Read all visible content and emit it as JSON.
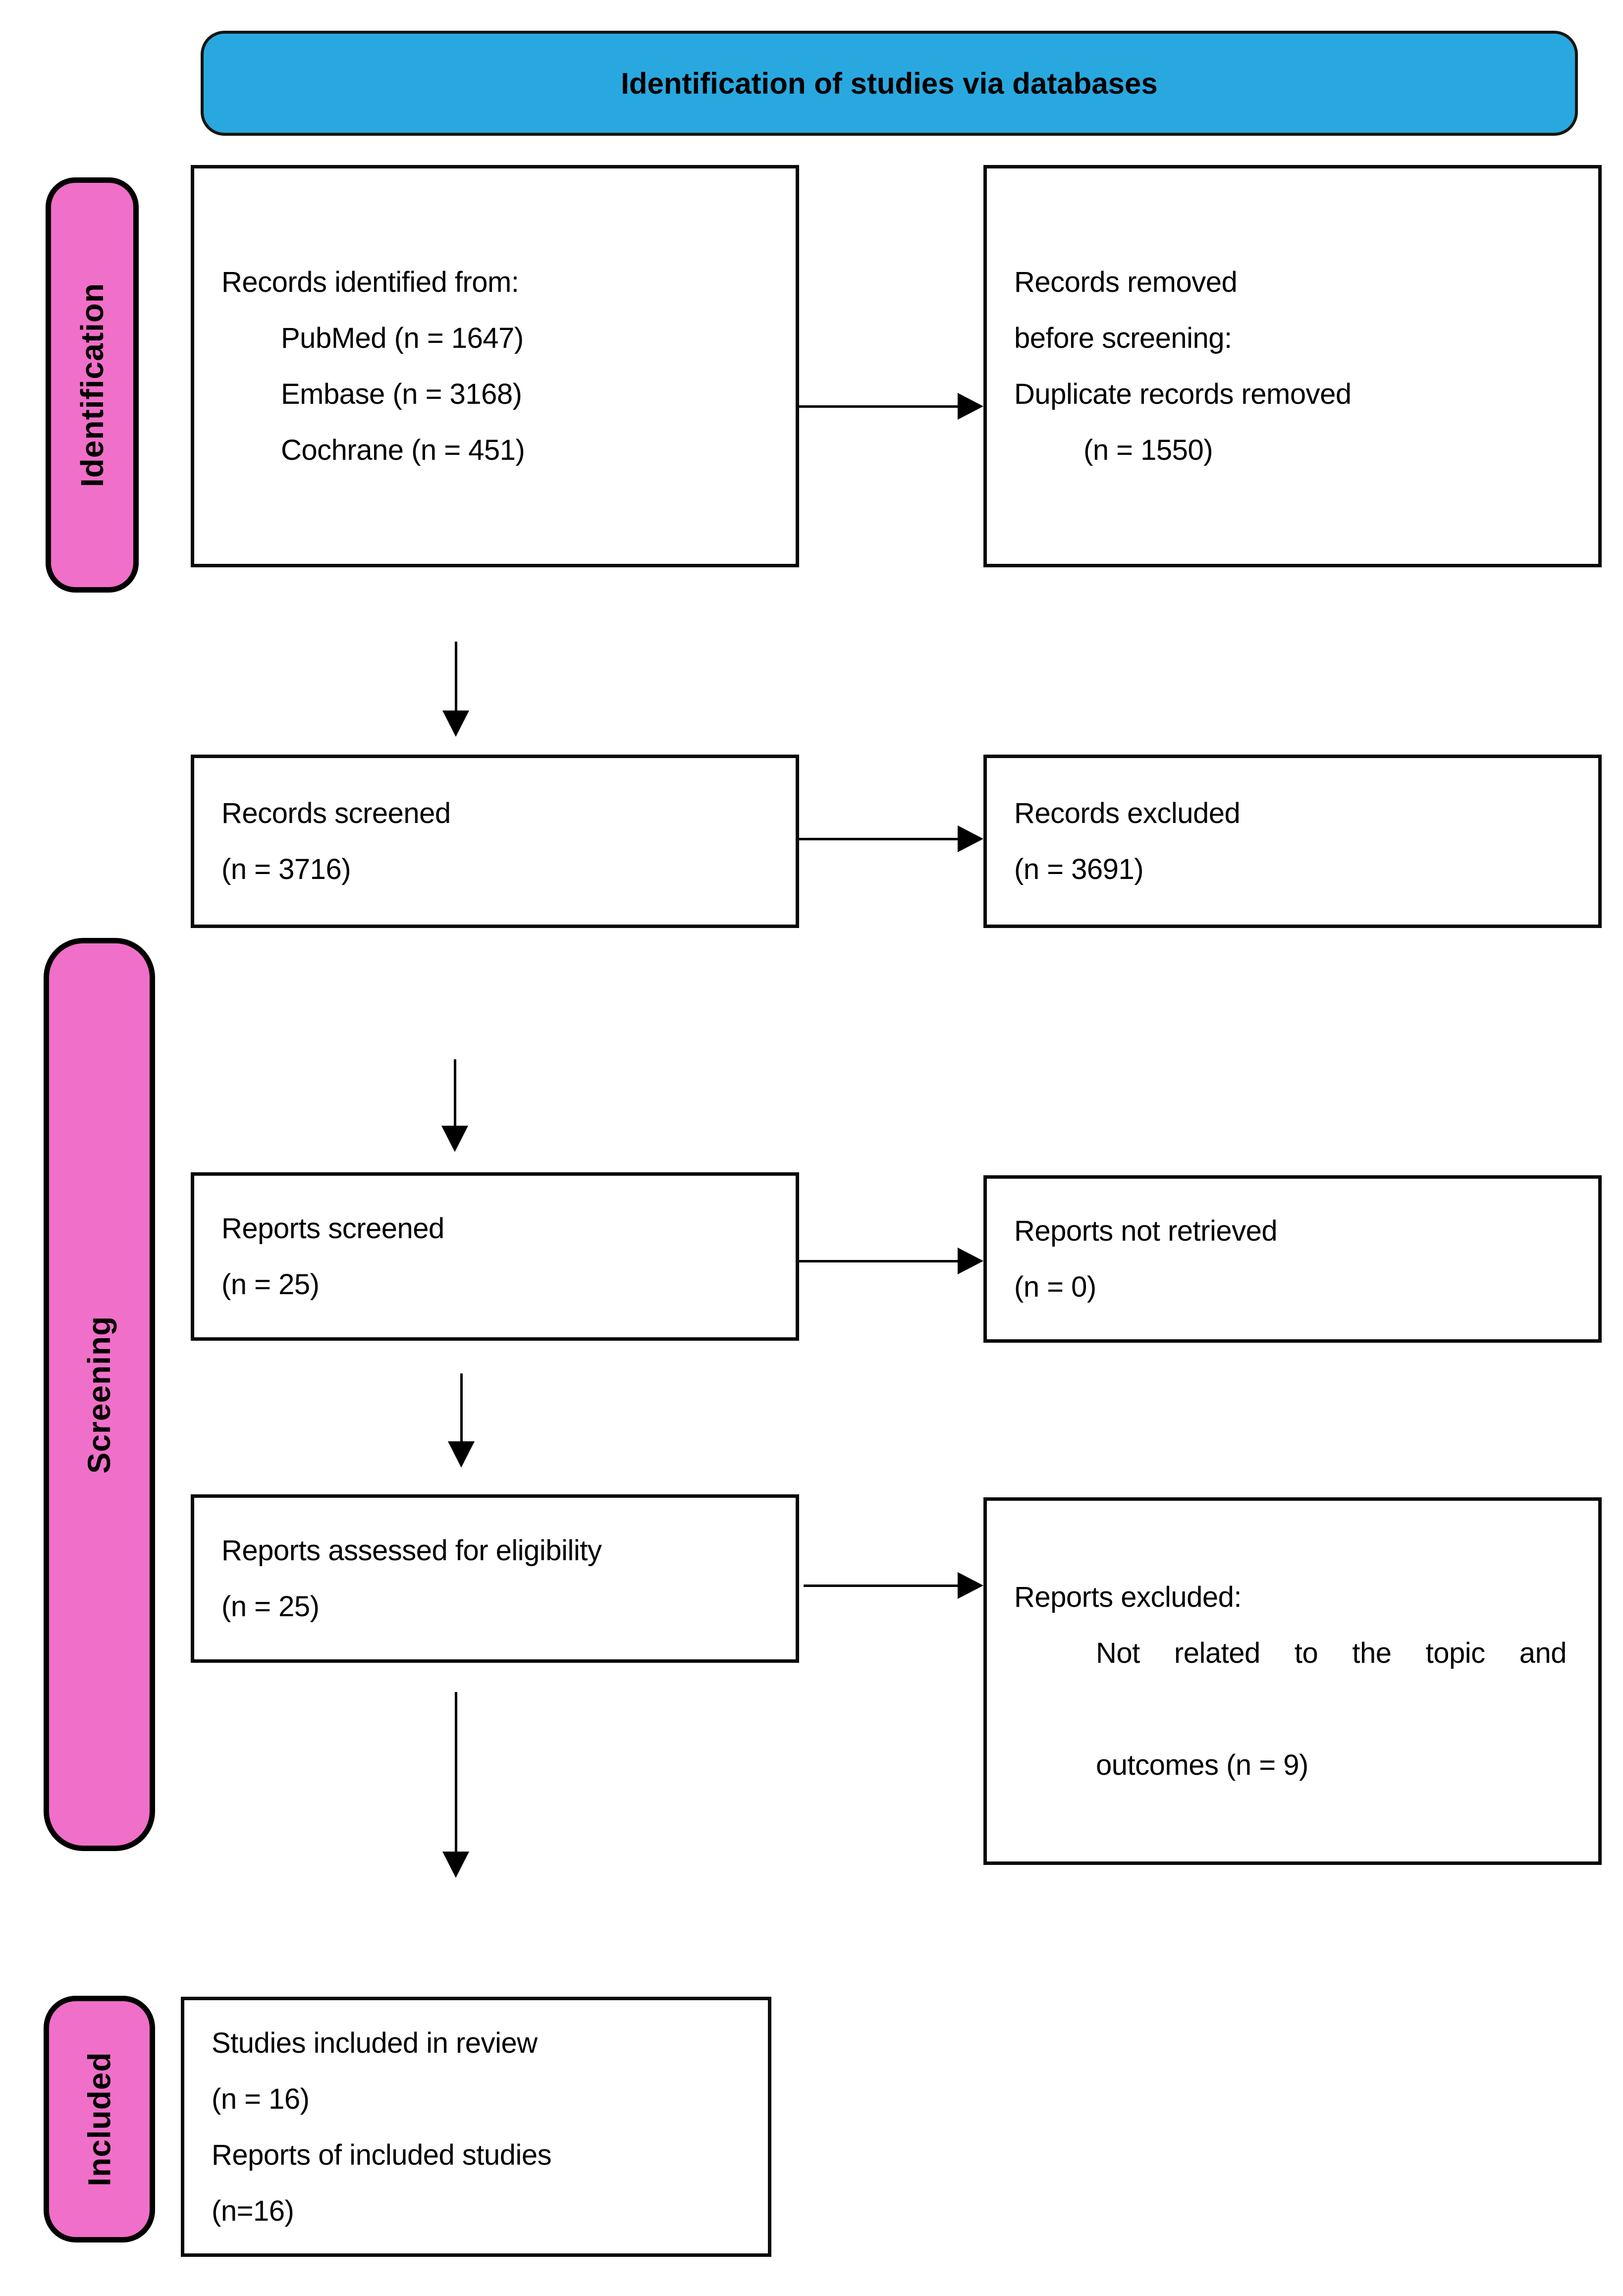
{
  "header": {
    "title": "Identification of studies via databases"
  },
  "stages": {
    "identification": "Identification",
    "screening": "Screening",
    "included": "Included"
  },
  "boxes": {
    "records_identified": {
      "intro": "Records identified from:",
      "items": [
        "PubMed (n = 1647)",
        "Embase (n = 3168)",
        "Cochrane (n = 451)"
      ]
    },
    "records_removed": {
      "lines": [
        "Records removed",
        "before screening:",
        "Duplicate records removed"
      ],
      "count": "(n = 1550)"
    },
    "records_screened": {
      "lines": [
        "Records screened",
        "(n = 3716)"
      ]
    },
    "records_excluded": {
      "lines": [
        "Records excluded",
        "(n = 3691)"
      ]
    },
    "reports_screened": {
      "lines": [
        "Reports screened",
        "(n = 25)"
      ]
    },
    "reports_not_retrieved": {
      "lines": [
        "Reports not retrieved",
        "(n = 0)"
      ]
    },
    "reports_assessed": {
      "lines": [
        "Reports assessed for eligibility",
        "(n = 25)"
      ]
    },
    "reports_excluded": {
      "title": "Reports excluded:",
      "reason_line1": "Not related to the topic and",
      "reason_line2": "outcomes (n = 9)"
    },
    "studies_included": {
      "lines": [
        "Studies included in review",
        "(n = 16)",
        "Reports of included studies",
        "(n=16)"
      ]
    }
  },
  "colors": {
    "banner_bg": "#29A8E0",
    "stage_bg": "#F06FC9",
    "box_border": "#000000",
    "text": "#000000"
  }
}
